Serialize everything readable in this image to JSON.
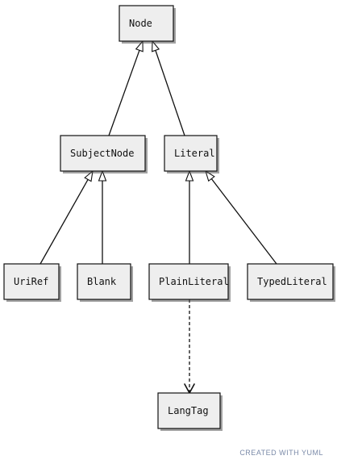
{
  "colors": {
    "box_fill": "#eeeeee",
    "box_stroke": "#111111",
    "shadow": "#555555",
    "edge": "#111111",
    "footer_text": "#7a8aa8"
  },
  "nodes": [
    {
      "id": "node",
      "label": "Node"
    },
    {
      "id": "subjectnode",
      "label": "SubjectNode"
    },
    {
      "id": "literal",
      "label": "Literal"
    },
    {
      "id": "uriref",
      "label": "UriRef"
    },
    {
      "id": "blank",
      "label": "Blank"
    },
    {
      "id": "plainliteral",
      "label": "PlainLiteral"
    },
    {
      "id": "typedliteral",
      "label": "TypedLiteral"
    },
    {
      "id": "langtag",
      "label": "LangTag"
    }
  ],
  "edges": [
    {
      "from": "subjectnode",
      "to": "node",
      "kind": "inheritance"
    },
    {
      "from": "literal",
      "to": "node",
      "kind": "inheritance"
    },
    {
      "from": "uriref",
      "to": "subjectnode",
      "kind": "inheritance"
    },
    {
      "from": "blank",
      "to": "subjectnode",
      "kind": "inheritance"
    },
    {
      "from": "plainliteral",
      "to": "literal",
      "kind": "inheritance"
    },
    {
      "from": "typedliteral",
      "to": "literal",
      "kind": "inheritance"
    },
    {
      "from": "plainliteral",
      "to": "langtag",
      "kind": "dependency"
    }
  ],
  "footer": "CREATED WITH YUML"
}
